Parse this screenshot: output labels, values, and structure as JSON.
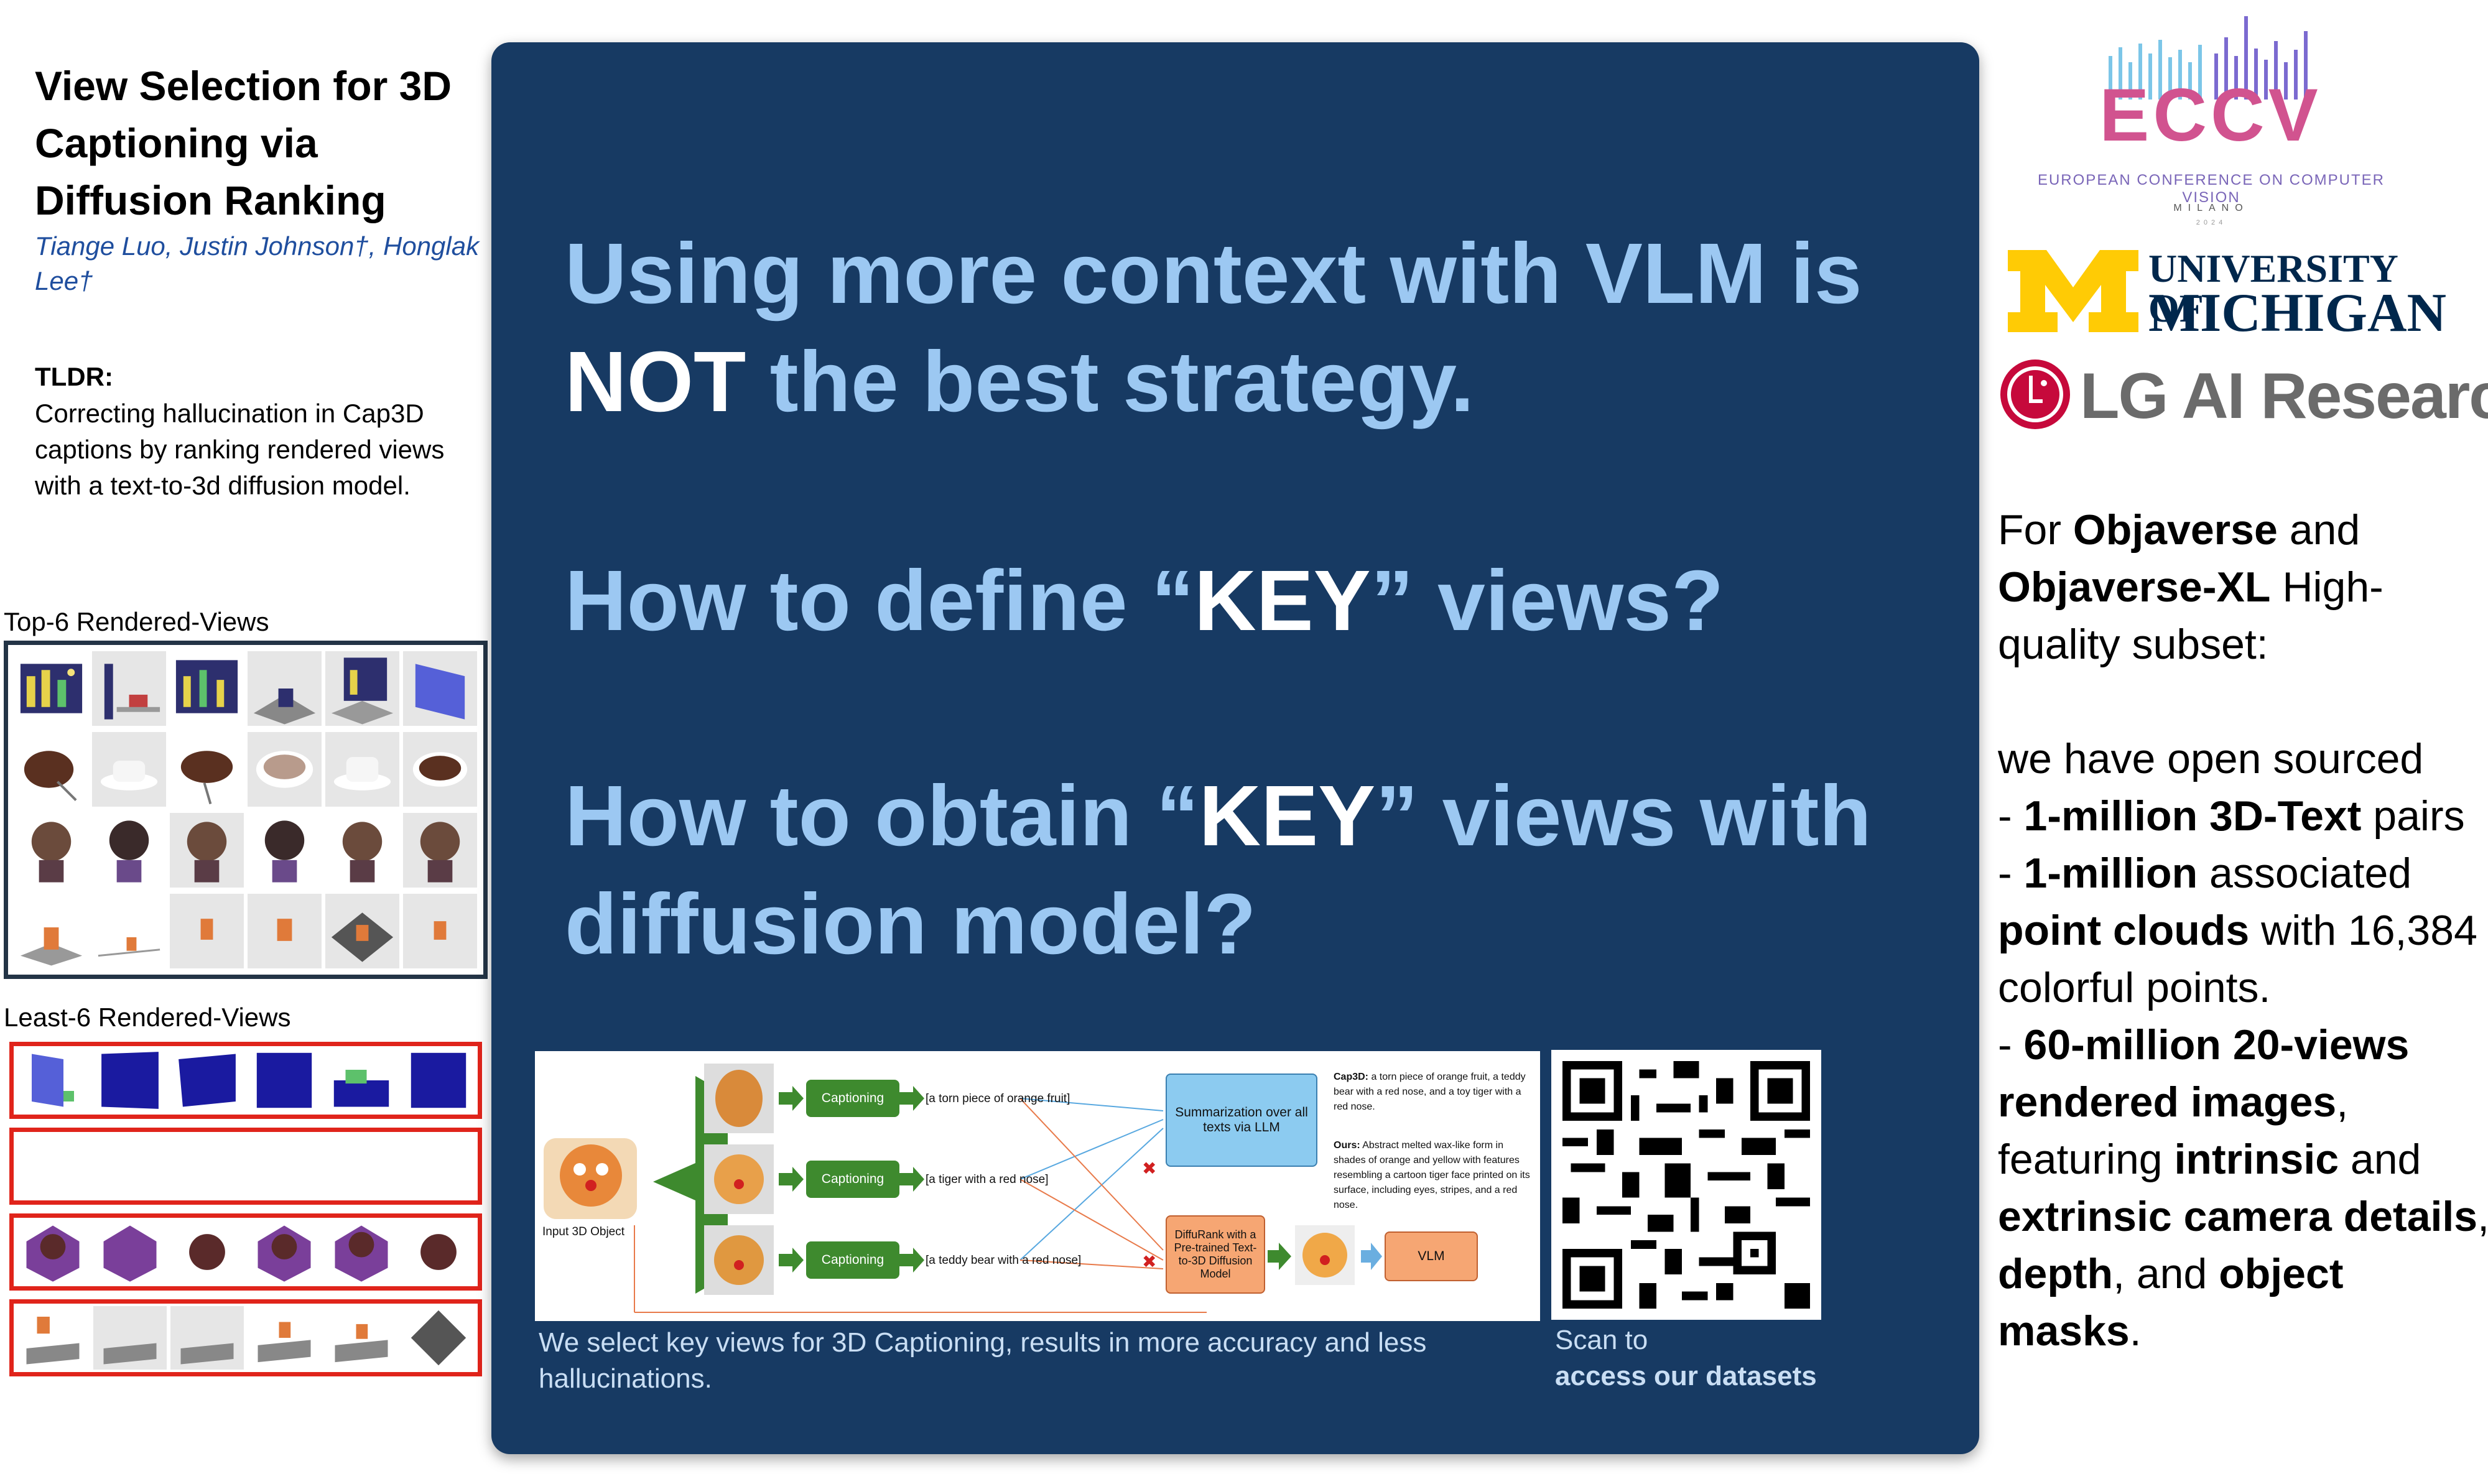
{
  "left": {
    "title": "View Selection for 3D Captioning via Diffusion Ranking",
    "authors": "Tiange Luo, Justin Johnson†, Honglak Lee†",
    "tldr_heading": "TLDR:",
    "tldr_text": "Correcting hallucination in Cap3D captions by ranking rendered views with a text-to-3d diffusion model.",
    "top_label": "Top-6 Rendered-Views",
    "least_label": "Least-6 Rendered-Views"
  },
  "center": {
    "lines": [
      {
        "a": "Using more context with VLM is",
        "b": "",
        "c": ""
      },
      {
        "a": "",
        "b": "NOT",
        "c": " the best strategy."
      },
      {
        "a": "How to define “",
        "b": "KEY",
        "c": "” views?"
      },
      {
        "a": "How to obtain “",
        "b": "KEY",
        "c": "” views with"
      },
      {
        "a": "diffusion model?",
        "b": "",
        "c": ""
      }
    ],
    "figure": {
      "input": "Input 3D Object",
      "captioning": "Captioning",
      "caps": [
        "[a torn piece of orange fruit]",
        "[a tiger with a red nose]",
        "[a teddy bear with a red nose]"
      ],
      "summ": "Summarization over all texts via LLM",
      "diffurank": "DiffuRank with a Pre-trained Text-to-3D Diffusion Model",
      "vlm": "VLM",
      "cap3d_label": "Cap3D:",
      "cap3d_text": " a torn piece of orange fruit, a teddy bear with a red nose, and a toy tiger with a red nose.",
      "ours_label": "Ours:",
      "ours_text": " Abstract melted wax-like form in shades of orange and yellow with features resembling a cartoon tiger face printed on its surface, including eyes, stripes, and a red nose."
    },
    "caption": "We select key views for 3D Captioning, results in more accuracy and less hallucinations.",
    "scan1": "Scan to",
    "scan2": "access our datasets"
  },
  "logos": {
    "eccv": "ECCV",
    "eccv_sub": "EUROPEAN CONFERENCE ON COMPUTER VISION",
    "eccv_city": "MILANO",
    "eccv_year": "2024",
    "umich1": "UNIVERSITY OF",
    "umich2": "MICHIGAN",
    "lg": "LG AI Research"
  },
  "right": {
    "p1a": "For ",
    "p1b": "Objaverse",
    "p1c": " and ",
    "p1d": "Objaverse-XL",
    "p1e": " High-quality subset:",
    "p2": "we have open sourced",
    "b1a": "- ",
    "b1b": "1-million 3D-Text",
    "b1c": " pairs",
    "b2a": "- ",
    "b2b": "1-million",
    "b2c": " associated ",
    "b2d": "point clouds",
    "b2e": " with 16,384 colorful points.",
    "b3a": "- ",
    "b3b": "60-million 20-views rendered images",
    "b3c": ", featuring ",
    "b3d": "intrinsic",
    "b3e": " and ",
    "b3f": "extrinsic camera details",
    "b3g": ", ",
    "b3h": "depth",
    "b3i": ", and ",
    "b3j": "object masks",
    "b3k": "."
  },
  "colors": {
    "panel": "#173a63",
    "question": "#9cc8f2",
    "top_border": "#233446",
    "least_border": "#e0241b",
    "green_box": "#3e8a2e",
    "blue_box": "#8ccbf0",
    "orange_box": "#f6a673"
  }
}
